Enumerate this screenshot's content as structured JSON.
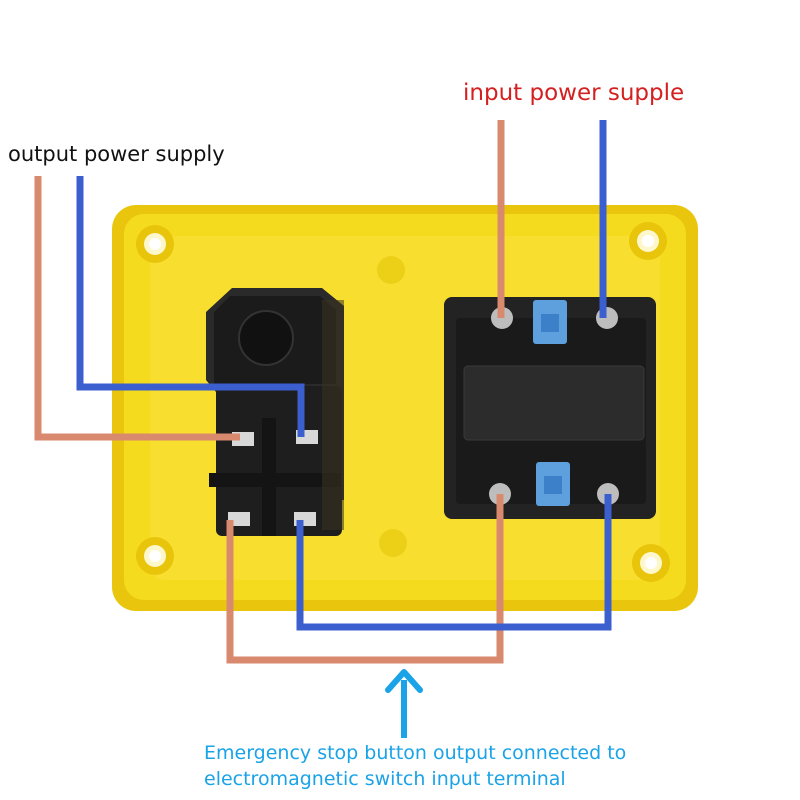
{
  "labels": {
    "output_power_supply": "output power supply",
    "input_power_supply": "input power supple"
  },
  "caption": {
    "line1": "Emergency stop button output connected to",
    "line2": "electromagnetic switch input terminal"
  },
  "colors": {
    "live_wire": "#d98a6e",
    "neutral_wire": "#3b5fce",
    "housing": "#f2d51a",
    "switch_body": "#1c1c1c",
    "caption": "#1aa3e6",
    "input_label": "#d42020"
  }
}
